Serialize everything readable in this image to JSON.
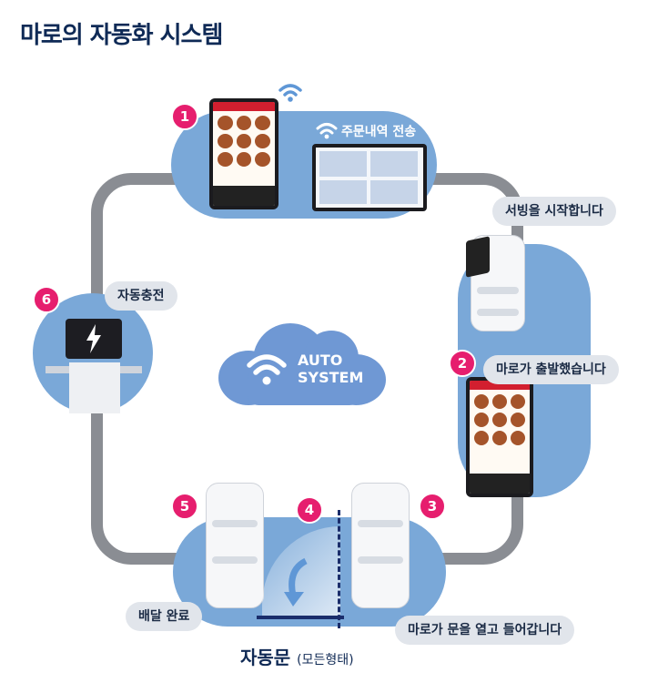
{
  "title": "마로의 자동화 시스템",
  "steps": [
    {
      "number": "1",
      "bubble": "",
      "extra": "주문내역 전송"
    },
    {
      "number": "2",
      "bubble": "마로가 출발했습니다",
      "extra": "서빙을 시작합니다"
    },
    {
      "number": "3",
      "bubble": "마로가 문을 열고 들어갑니다"
    },
    {
      "number": "4",
      "bubble": ""
    },
    {
      "number": "5",
      "bubble": "배달 완료"
    },
    {
      "number": "6",
      "bubble": "자동충전"
    }
  ],
  "cloud": {
    "line1": "AUTO",
    "line2": "SYSTEM"
  },
  "door": {
    "label": "자동문",
    "sub": "(모든형태)"
  },
  "colors": {
    "blob": "#7aa8d8",
    "loop": "#8a8d93",
    "badge": "#e61e6e",
    "cloud": "#6f98d4"
  },
  "icons": [
    "wifi-icon",
    "lightning-icon",
    "curved-arrow-icon"
  ]
}
